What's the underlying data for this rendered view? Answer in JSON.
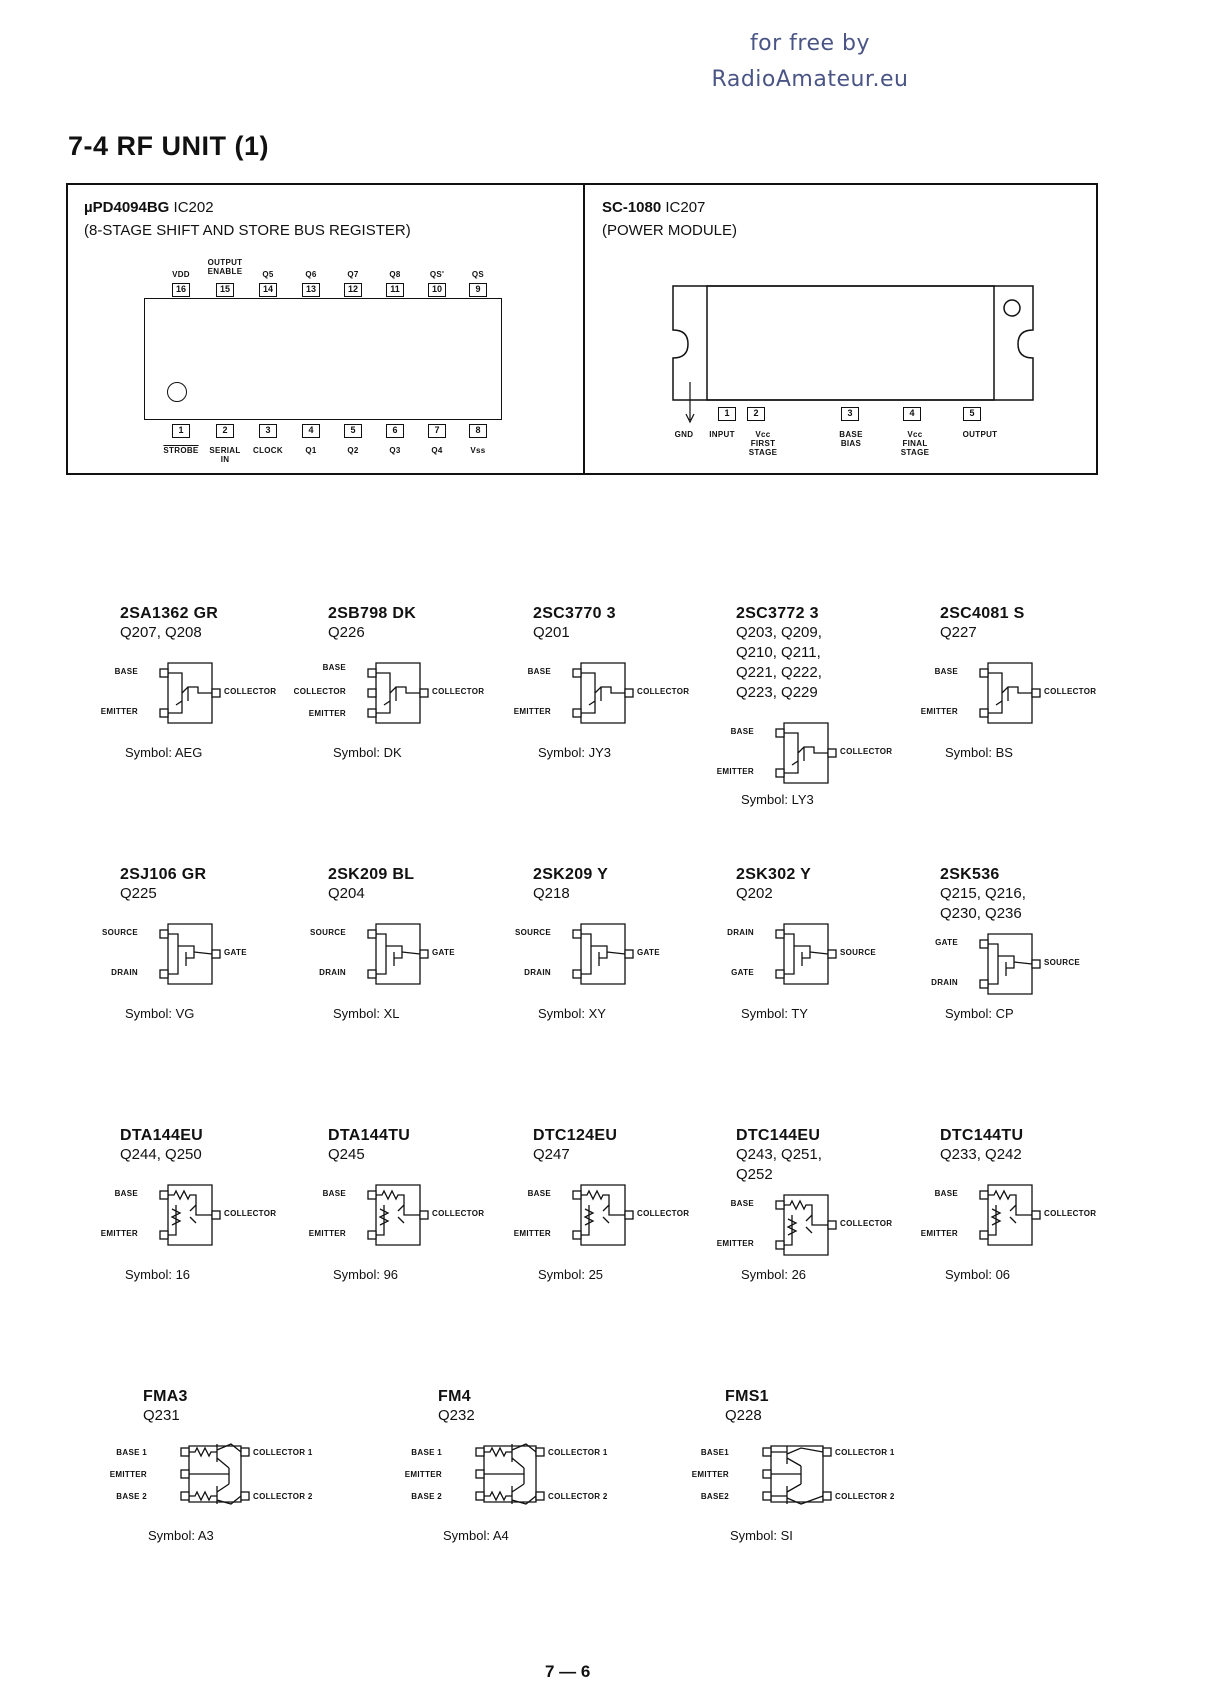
{
  "watermark": {
    "line1": "for free by",
    "line2": "RadioAmateur.eu"
  },
  "page_title": "7-4  RF UNIT (1)",
  "page_number": "7 — 6",
  "ic202": {
    "name": "µPD4094BG",
    "ref": "IC202",
    "desc": "(8-STAGE SHIFT AND STORE BUS REGISTER)",
    "top_pins": [
      {
        "num": "16",
        "label": "VDD"
      },
      {
        "num": "15",
        "label": "OUTPUT\nENABLE"
      },
      {
        "num": "14",
        "label": "Q5"
      },
      {
        "num": "13",
        "label": "Q6"
      },
      {
        "num": "12",
        "label": "Q7"
      },
      {
        "num": "11",
        "label": "Q8"
      },
      {
        "num": "10",
        "label": "QS'"
      },
      {
        "num": "9",
        "label": "QS"
      }
    ],
    "bottom_pins": [
      {
        "num": "1",
        "label": "STROBE"
      },
      {
        "num": "2",
        "label": "SERIAL\nIN"
      },
      {
        "num": "3",
        "label": "CLOCK"
      },
      {
        "num": "4",
        "label": "Q1"
      },
      {
        "num": "5",
        "label": "Q2"
      },
      {
        "num": "6",
        "label": "Q3"
      },
      {
        "num": "7",
        "label": "Q4"
      },
      {
        "num": "8",
        "label": "Vss"
      }
    ]
  },
  "ic207": {
    "name": "SC-1080",
    "ref": "IC207",
    "desc": "(POWER MODULE)",
    "pins": [
      "1",
      "2",
      "3",
      "4",
      "5"
    ],
    "labels": [
      "GND",
      "INPUT",
      "Vcc\nFIRST\nSTAGE",
      "BASE\nBIAS",
      "Vcc\nFINAL\nSTAGE",
      "OUTPUT"
    ]
  },
  "parts": [
    {
      "part": "2SA1362  GR",
      "refs": "Q207, Q208",
      "symbol": "Symbol: AEG",
      "pins": [
        "BASE",
        "EMITTER",
        "COLLECTOR"
      ]
    },
    {
      "part": "2SB798  DK",
      "refs": "Q226",
      "symbol": "Symbol: DK",
      "pins": [
        "BASE",
        "COLLECTOR",
        "EMITTER",
        "COLLECTOR"
      ]
    },
    {
      "part": "2SC3770  3",
      "refs": "Q201",
      "symbol": "Symbol: JY3",
      "pins": [
        "BASE",
        "EMITTER",
        "COLLECTOR"
      ]
    },
    {
      "part": "2SC3772  3",
      "refs": "Q203, Q209,\nQ210, Q211,\nQ221, Q222,\nQ223, Q229",
      "symbol": "Symbol: LY3",
      "pins": [
        "BASE",
        "EMITTER",
        "COLLECTOR"
      ]
    },
    {
      "part": "2SC4081  S",
      "refs": "Q227",
      "symbol": "Symbol: BS",
      "pins": [
        "BASE",
        "EMITTER",
        "COLLECTOR"
      ]
    },
    {
      "part": "2SJ106  GR",
      "refs": "Q225",
      "symbol": "Symbol: VG",
      "pins": [
        "SOURCE",
        "DRAIN",
        "GATE"
      ]
    },
    {
      "part": "2SK209  BL",
      "refs": "Q204",
      "symbol": "Symbol: XL",
      "pins": [
        "SOURCE",
        "DRAIN",
        "GATE"
      ]
    },
    {
      "part": "2SK209  Y",
      "refs": "Q218",
      "symbol": "Symbol: XY",
      "pins": [
        "SOURCE",
        "DRAIN",
        "GATE"
      ]
    },
    {
      "part": "2SK302  Y",
      "refs": "Q202",
      "symbol": "Symbol: TY",
      "pins": [
        "DRAIN",
        "GATE",
        "SOURCE"
      ]
    },
    {
      "part": "2SK536",
      "refs": "Q215, Q216,\nQ230, Q236",
      "symbol": "Symbol: CP",
      "pins": [
        "GATE",
        "DRAIN",
        "SOURCE"
      ]
    },
    {
      "part": "DTA144EU",
      "refs": "Q244, Q250",
      "symbol": "Symbol: 16",
      "pins": [
        "BASE",
        "EMITTER",
        "COLLECTOR"
      ]
    },
    {
      "part": "DTA144TU",
      "refs": "Q245",
      "symbol": "Symbol: 96",
      "pins": [
        "BASE",
        "EMITTER",
        "COLLECTOR"
      ]
    },
    {
      "part": "DTC124EU",
      "refs": "Q247",
      "symbol": "Symbol: 25",
      "pins": [
        "BASE",
        "EMITTER",
        "COLLECTOR"
      ]
    },
    {
      "part": "DTC144EU",
      "refs": "Q243, Q251,\nQ252",
      "symbol": "Symbol: 26",
      "pins": [
        "BASE",
        "EMITTER",
        "COLLECTOR"
      ]
    },
    {
      "part": "DTC144TU",
      "refs": "Q233, Q242",
      "symbol": "Symbol: 06",
      "pins": [
        "BASE",
        "EMITTER",
        "COLLECTOR"
      ]
    },
    {
      "part": "FMA3",
      "refs": "Q231",
      "symbol": "Symbol: A3",
      "pins": [
        "BASE 1",
        "EMITTER",
        "BASE 2",
        "COLLECTOR 1",
        "COLLECTOR 2"
      ]
    },
    {
      "part": "FM4",
      "refs": "Q232",
      "symbol": "Symbol: A4",
      "pins": [
        "BASE 1",
        "EMITTER",
        "BASE 2",
        "COLLECTOR 1",
        "COLLECTOR 2"
      ]
    },
    {
      "part": "FMS1",
      "refs": "Q228",
      "symbol": "Symbol: SI",
      "pins": [
        "BASE1",
        "EMITTER",
        "BASE2",
        "COLLECTOR 1",
        "COLLECTOR 2"
      ]
    }
  ]
}
